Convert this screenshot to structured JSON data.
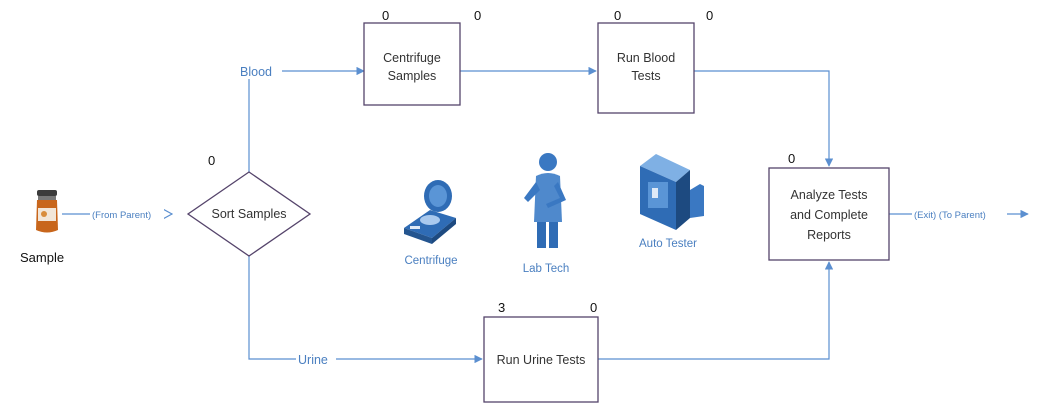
{
  "entity": {
    "label": "Sample"
  },
  "decision": {
    "label": "Sort Samples",
    "count": "0"
  },
  "activities": {
    "centrifuge": {
      "line1": "Centrifuge",
      "line2": "Samples",
      "count_left": "0",
      "count_right": "0"
    },
    "blood_tests": {
      "line1": "Run Blood",
      "line2": "Tests",
      "count_left": "0",
      "count_right": "0"
    },
    "urine_tests": {
      "line1": "Run Urine Tests",
      "count_left": "3",
      "count_right": "0"
    },
    "analyze": {
      "line1": "Analyze Tests",
      "line2": "and Complete",
      "line3": "Reports",
      "count": "0"
    }
  },
  "edges": {
    "from_parent": "(From Parent)",
    "blood": "Blood",
    "urine": "Urine",
    "exit": "(Exit)  (To Parent)"
  },
  "resources": {
    "centrifuge": "Centrifuge",
    "lab_tech": "Lab Tech",
    "auto_tester": "Auto Tester"
  },
  "colors": {
    "line": "#5b8fd0",
    "box_border": "#55446b",
    "resource_text": "#4a7fc0",
    "icon_blue": "#3a78c2"
  }
}
